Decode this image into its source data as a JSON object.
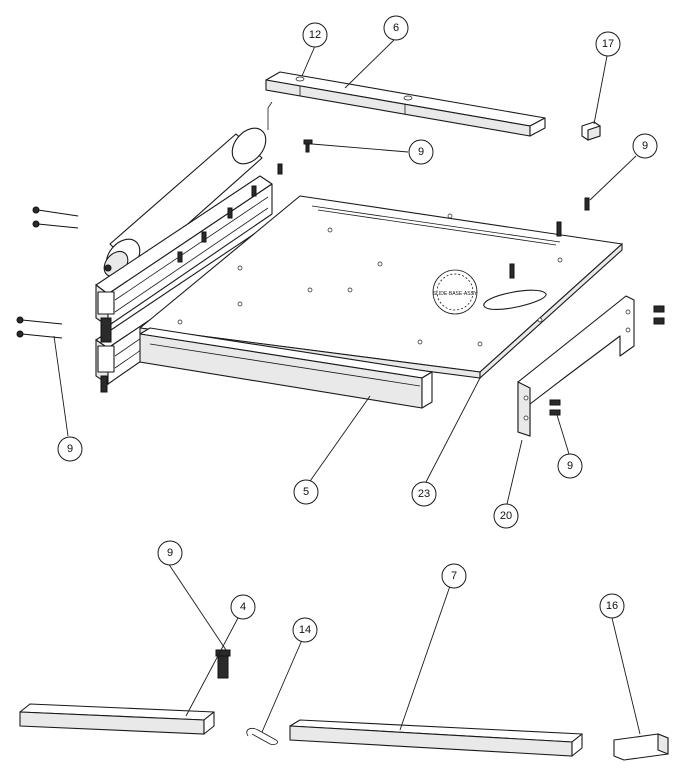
{
  "callouts": {
    "c12": "12",
    "c6": "6",
    "c17": "17",
    "c9a": "9",
    "c9b": "9",
    "c9c": "9",
    "c9d": "9",
    "c9e": "9",
    "c5": "5",
    "c23": "23",
    "c20": "20",
    "c4": "4",
    "c14": "14",
    "c7": "7",
    "c16": "16"
  },
  "plate_marking": {
    "dial_text": "SLIDE·BASE·ASSY"
  }
}
